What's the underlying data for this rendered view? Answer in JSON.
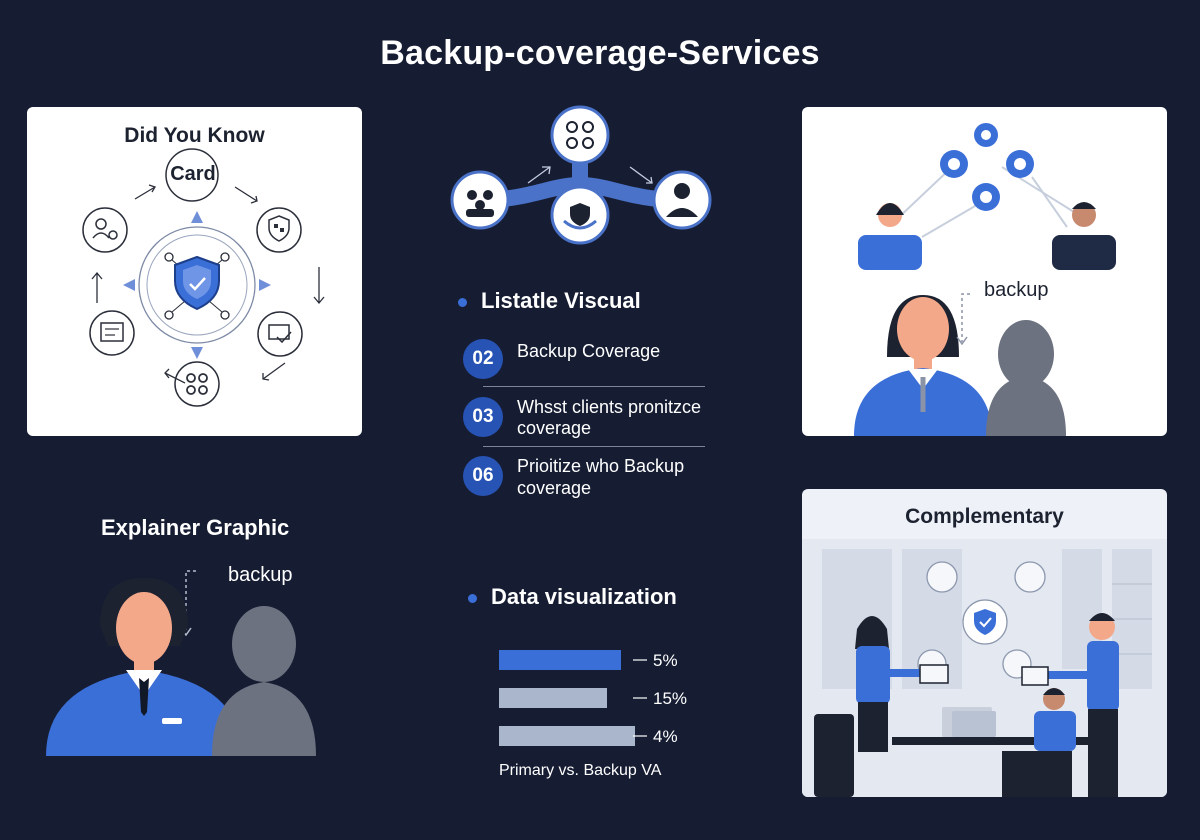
{
  "header": {
    "title": "Backup-coverage-Services"
  },
  "card_left": {
    "title": "Did You Know",
    "subtitle": "Card"
  },
  "card_right_top": {
    "label": "backup"
  },
  "listicle": {
    "heading": "Listatle Viscual",
    "items": [
      {
        "number": "02",
        "line1": "Backup Coverage",
        "line2": ""
      },
      {
        "number": "03",
        "line1": "Whsst clients pronitzce",
        "line2": "coverage"
      },
      {
        "number": "06",
        "line1": "Prioitize who Backup",
        "line2": "coverage"
      }
    ]
  },
  "explainer": {
    "heading": "Explainer Graphic",
    "label": "backup"
  },
  "data_viz": {
    "heading": "Data visualization",
    "caption": "Primary vs. Backup VA"
  },
  "chart_data": {
    "type": "bar",
    "orientation": "horizontal",
    "bars": [
      {
        "label": "5%",
        "value": 5,
        "color": "#3b6fd8"
      },
      {
        "label": "15%",
        "value": 15,
        "color": "#a9b6cc"
      },
      {
        "label": "4%",
        "value": 4,
        "color": "#a9b6cc"
      }
    ],
    "title": "Data visualization",
    "xlabel": "Primary vs. Backup VA"
  },
  "complementary": {
    "title": "Complementary"
  },
  "colors": {
    "background": "#161d33",
    "accent": "#3b6fd8",
    "badge": "#2753b5",
    "card": "#ffffff",
    "figure_gray": "#6d7280"
  }
}
